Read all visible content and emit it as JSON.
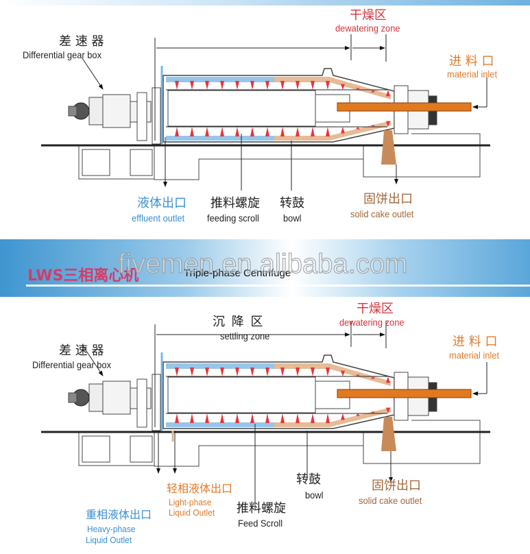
{
  "banner": {
    "title_cn": "LWS三相离心机",
    "title_en": "Triple-phase Centrifuge",
    "watermark": "fivemen.en.alibaba.com"
  },
  "top": {
    "gearbox_cn": "差 速 器",
    "gearbox_en": "Differential gear box",
    "dewater_cn": "干燥区",
    "dewater_en": "dewatering zone",
    "inlet_cn": "进 料 口",
    "inlet_en": "material inlet",
    "effluent_cn": "液体出口",
    "effluent_en": "effluent outlet",
    "scroll_cn": "推料螺旋",
    "scroll_en": "feeding scroll",
    "bowl_cn": "转鼓",
    "bowl_en": "bowl",
    "cake_cn": "固饼出口",
    "cake_en": "solid cake outlet"
  },
  "bottom": {
    "settling_cn": "沉 降 区",
    "settling_en": "settling zone",
    "dewater_cn": "干燥区",
    "dewater_en": "dewatering zone",
    "inlet_cn": "进 料 口",
    "inlet_en": "material inlet",
    "gearbox_cn": "差 速 器",
    "gearbox_en": "Differential gear box",
    "light_cn": "轻相液体出口",
    "light_en1": "Light-phase",
    "light_en2": "Liquid Outlet",
    "heavy_cn": "重相液体出口",
    "heavy_en1": "Heavy-phase",
    "heavy_en2": "Liquid Outlet",
    "scroll_cn": "推料螺旋",
    "scroll_en": "Feed Scroll",
    "bowl_cn": "转鼓",
    "bowl_en": "bowl",
    "cake_cn": "固饼出口",
    "cake_en": "solid cake outlet"
  },
  "colors": {
    "liquid": "#7ab8e6",
    "solid": "#e3b48a",
    "blade": "#e8343a",
    "feed": "#e07a20",
    "cake": "#c98a5a"
  }
}
